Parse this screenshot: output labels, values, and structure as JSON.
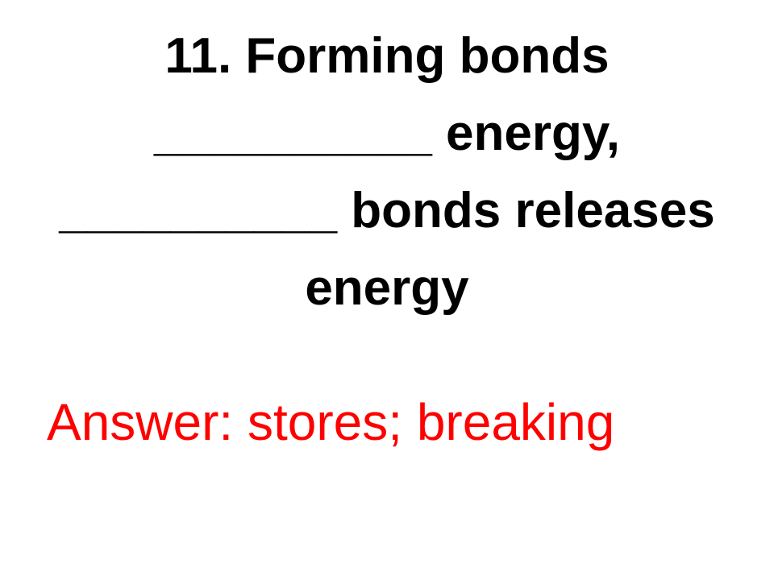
{
  "question": {
    "lines": [
      "11. Forming bonds",
      "__________ energy,",
      "__________ bonds releases",
      "energy"
    ]
  },
  "answer": {
    "text": "Answer: stores; breaking"
  },
  "colors": {
    "question_text": "#000000",
    "answer_text": "#ff0000",
    "background": "#ffffff"
  }
}
